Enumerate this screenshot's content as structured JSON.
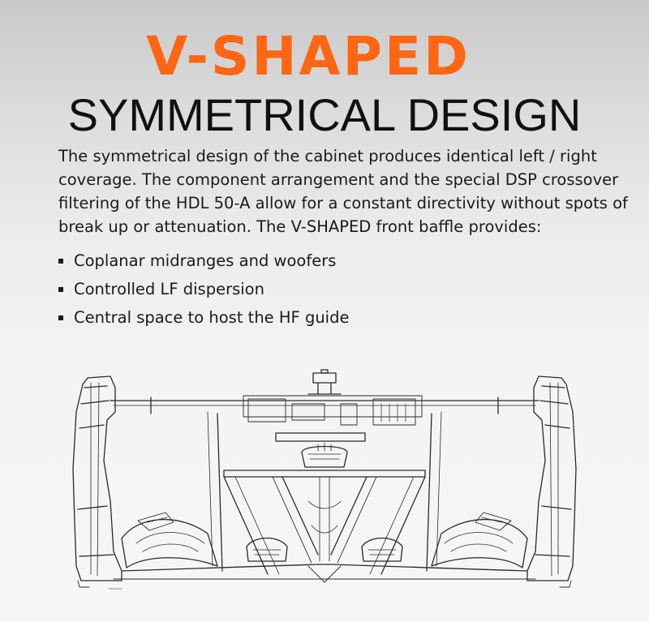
{
  "heading": {
    "accent": "V-SHAPED",
    "main": "SYMMETRICAL DESIGN"
  },
  "description": "The symmetrical design of the cabinet produces identical left / right coverage. The component arrangement and the special DSP crossover filtering of the HDL 50-A allow for a constant directivity without spots of break up or attenuation. The V-SHAPED front baffle provides:",
  "features": [
    "Coplanar midranges and woofers",
    "Controlled LF dispersion",
    "Central space to host the HF guide"
  ],
  "colors": {
    "accent": "#ff6614",
    "text": "#111111",
    "line": "#2a2a2a"
  },
  "illustration": {
    "icon": "cabinet-cross-section-drawing"
  }
}
